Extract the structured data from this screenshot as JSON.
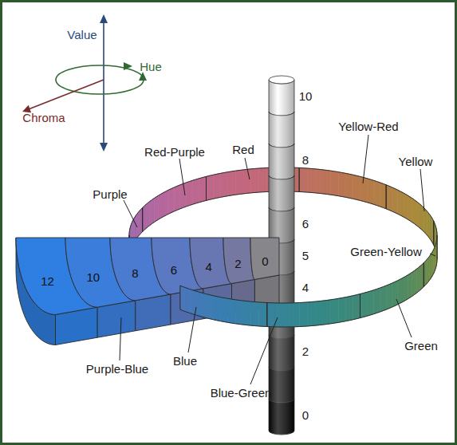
{
  "diagram": {
    "nodes": [
      {
        "text": [
          "12"
        ]
      },
      {
        "text": [
          "10"
        ]
      },
      {
        "text": [
          "8"
        ]
      },
      {
        "text": [
          "6"
        ]
      },
      {
        "text": [
          "4"
        ]
      },
      {
        "text": [
          "2"
        ]
      },
      {
        "text": [
          "0"
        ]
      }
    ],
    "labels": [
      "Value",
      "Hue",
      "Chroma",
      "10",
      "8",
      "6",
      "5",
      "4",
      "2",
      "0",
      "Red-Purple",
      "Red",
      "Yellow-Red",
      "Yellow",
      "Purple",
      "Green-Yellow",
      "Green",
      "Blue-Green",
      "Blue",
      "Purple-Blue"
    ]
  }
}
